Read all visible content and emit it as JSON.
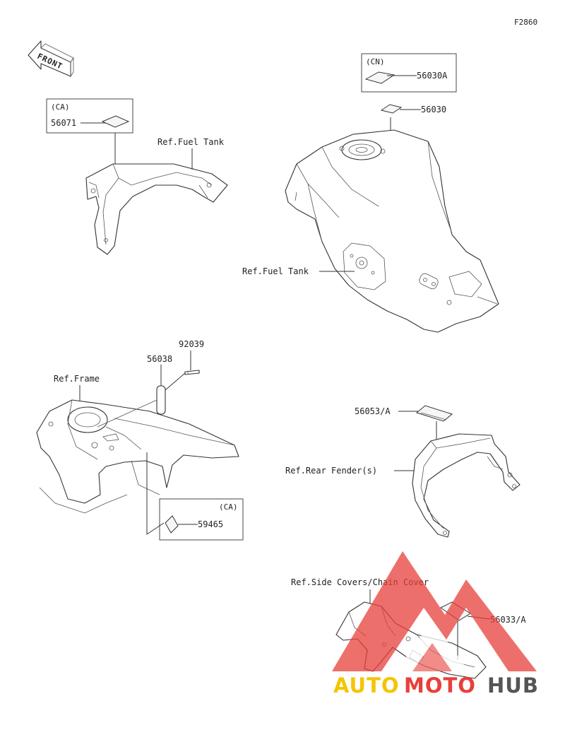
{
  "diagram_id": "F2860",
  "front_arrow_label": "FRONT",
  "labels": {
    "p56071": "56071",
    "p56071_region": "(CA)",
    "ref_fuel_tank_top": "Ref.Fuel Tank",
    "p56030a_region": "(CN)",
    "p56030a": "56030A",
    "p56030": "56030",
    "ref_fuel_tank_mid": "Ref.Fuel Tank",
    "p92039": "92039",
    "p56038": "56038",
    "ref_frame": "Ref.Frame",
    "p59465_region": "(CA)",
    "p59465": "59465",
    "p56053": "56053/A",
    "ref_rear_fender": "Ref.Rear Fender(s)",
    "ref_side_covers": "Ref.Side Covers/Chain Cover",
    "p56033": "56033/A"
  },
  "watermark": {
    "part1": "AUTO",
    "part2": "MOTO",
    "part3": "HUB",
    "color_yellow": "#f5c400",
    "color_red": "#e8403a",
    "color_gray": "#555555"
  }
}
